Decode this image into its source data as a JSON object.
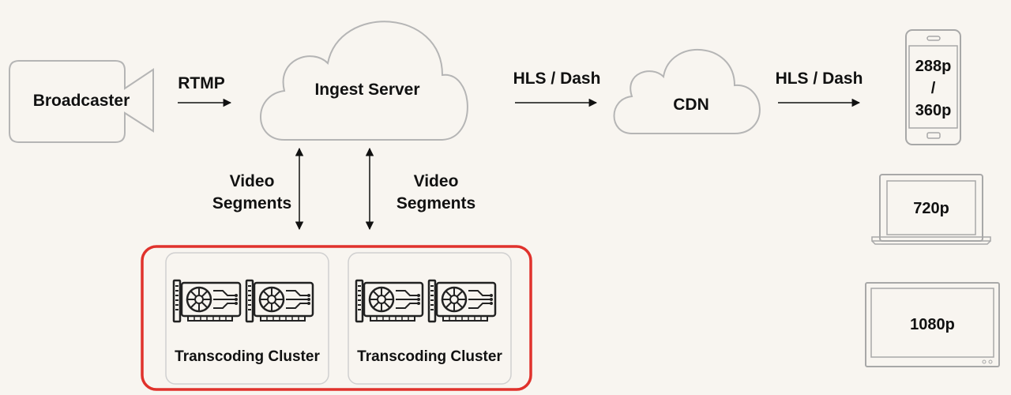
{
  "nodes": {
    "broadcaster": "Broadcaster",
    "ingest_server": "Ingest Server",
    "cdn": "CDN",
    "cluster_left": "Transcoding Cluster",
    "cluster_right": "Transcoding Cluster"
  },
  "edges": {
    "rtmp": "RTMP",
    "hls_dash_1": "HLS / Dash",
    "hls_dash_2": "HLS / Dash",
    "segments_left_line1": "Video",
    "segments_left_line2": "Segments",
    "segments_right_line1": "Video",
    "segments_right_line2": "Segments"
  },
  "devices": {
    "phone_line1": "288p",
    "phone_line2": "/",
    "phone_line3": "360p",
    "laptop": "720p",
    "tv": "1080p"
  },
  "colors": {
    "background": "#f8f5f0",
    "stroke": "#b5b5b5",
    "highlight": "#e0322c",
    "text": "#111111",
    "icon": "#222222"
  },
  "icons": [
    "video-camera-icon",
    "cloud-icon",
    "gpu-card-icon",
    "smartphone-icon",
    "laptop-icon",
    "monitor-icon"
  ]
}
